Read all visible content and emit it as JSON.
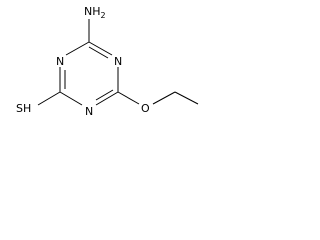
{
  "molecule": {
    "atoms": {
      "amino": "NH",
      "amino_subscript": "2",
      "ring_n_top_left": "N",
      "ring_n_top_right": "N",
      "ring_n_bottom": "N",
      "ether_oxygen": "O",
      "thiol": "SH"
    }
  }
}
